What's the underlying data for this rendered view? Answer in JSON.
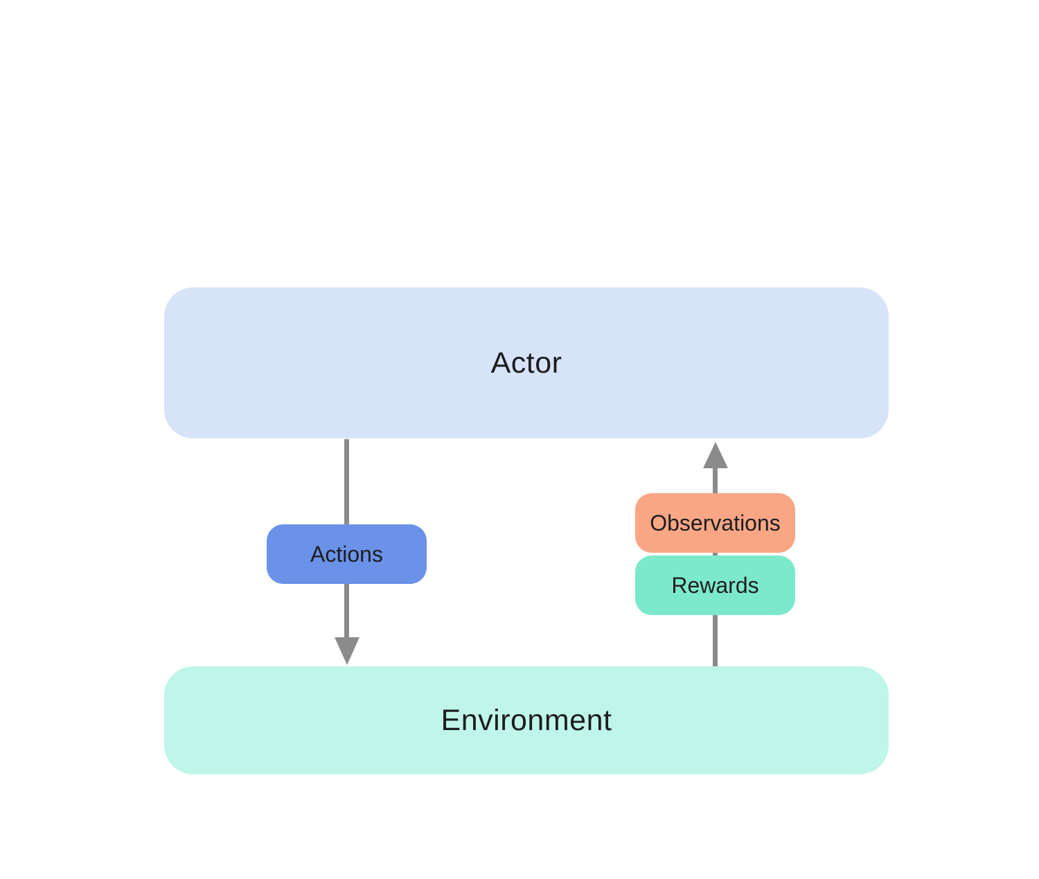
{
  "diagram": {
    "title": "actor-environment-loop",
    "nodes": {
      "actor": {
        "label": "Actor",
        "color": "#d7e3f8"
      },
      "environment": {
        "label": "Environment",
        "color": "#bff6e9"
      }
    },
    "edges": {
      "actions": {
        "label": "Actions",
        "color": "#6a92e8",
        "from": "Actor",
        "to": "Environment",
        "direction": "down"
      },
      "observations": {
        "label": "Observations",
        "color": "#f9a685",
        "from": "Environment",
        "to": "Actor",
        "direction": "up"
      },
      "rewards": {
        "label": "Rewards",
        "color": "#7ce9cb",
        "from": "Environment",
        "to": "Actor",
        "direction": "up"
      }
    },
    "arrow_color": "#8b8b8b",
    "text_color": "#1d1d1f",
    "background_color": "#ffffff"
  }
}
